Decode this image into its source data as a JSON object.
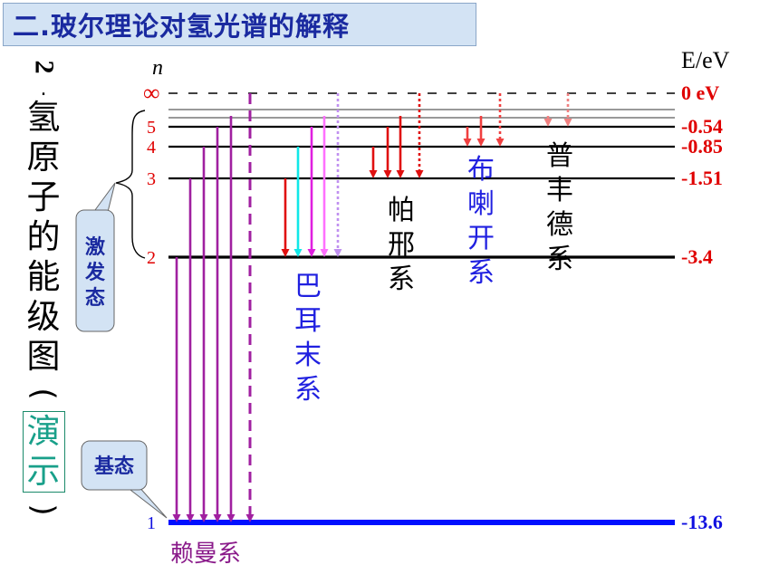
{
  "title": "二.玻尔理论对氢光谱的解释",
  "caption": {
    "number": "2",
    "dot": ".",
    "chars": [
      "氢",
      "原",
      "子",
      "的",
      "能",
      "级",
      "图"
    ],
    "open_paren": "(",
    "demo_chars": [
      "演",
      "示"
    ],
    "close_paren": ")"
  },
  "axis": {
    "n_label": "n",
    "energy_label": "E/eV"
  },
  "levels": [
    {
      "n": "∞",
      "energy": "0 eV",
      "ev": 0,
      "style": "dashed"
    },
    {
      "n": "",
      "energy": "",
      "ev": -0.28,
      "style": "thin"
    },
    {
      "n": "",
      "energy": "",
      "ev": -0.38,
      "style": "thin"
    },
    {
      "n": "5",
      "energy": "-0.54",
      "ev": -0.54,
      "style": "solid"
    },
    {
      "n": "4",
      "energy": "-0.85",
      "ev": -0.85,
      "style": "solid"
    },
    {
      "n": "3",
      "energy": "-1.51",
      "ev": -1.51,
      "style": "solid"
    },
    {
      "n": "2",
      "energy": "-3.4",
      "ev": -3.4,
      "style": "thick"
    },
    {
      "n": "1",
      "energy": "-13.6",
      "ev": -13.6,
      "style": "ground"
    }
  ],
  "callouts": {
    "excited": "激发态",
    "ground": "基态"
  },
  "series": [
    {
      "label": "赖曼系",
      "target_n": "1",
      "color": "#8a1a8a",
      "transitions": [
        {
          "from": "2",
          "style": "solid",
          "color": "#a020a0"
        },
        {
          "from": "3",
          "style": "solid",
          "color": "#a020a0"
        },
        {
          "from": "4",
          "style": "solid",
          "color": "#a020a0"
        },
        {
          "from": "5",
          "style": "solid",
          "color": "#a020a0"
        },
        {
          "from": "6",
          "style": "solid",
          "color": "#a020a0"
        },
        {
          "from": "∞",
          "style": "dashed",
          "color": "#a020a0"
        }
      ]
    },
    {
      "label": "巴耳末系",
      "target_n": "2",
      "color": "#2020e0",
      "transitions": [
        {
          "from": "3",
          "style": "solid",
          "color": "#e01010"
        },
        {
          "from": "4",
          "style": "solid",
          "color": "#10e8e8"
        },
        {
          "from": "5",
          "style": "solid",
          "color": "#e020e0"
        },
        {
          "from": "6",
          "style": "solid",
          "color": "#ff70ff"
        },
        {
          "from": "∞",
          "style": "dotted",
          "color": "#c090f0"
        }
      ]
    },
    {
      "label": "帕邢系",
      "target_n": "3",
      "color": "#000000",
      "transitions": [
        {
          "from": "4",
          "style": "solid",
          "color": "#e01010"
        },
        {
          "from": "5",
          "style": "solid",
          "color": "#e01010"
        },
        {
          "from": "6",
          "style": "solid",
          "color": "#e01010"
        },
        {
          "from": "∞",
          "style": "dotted",
          "color": "#e01010"
        }
      ]
    },
    {
      "label": "布喇开系",
      "target_n": "4",
      "color": "#2020e0",
      "transitions": [
        {
          "from": "5",
          "style": "solid",
          "color": "#f04040"
        },
        {
          "from": "6",
          "style": "solid",
          "color": "#f04040"
        },
        {
          "from": "∞",
          "style": "dotted",
          "color": "#f04040"
        }
      ]
    },
    {
      "label": "普丰德系",
      "target_n": "5",
      "color": "#000000",
      "transitions": [
        {
          "from": "6",
          "style": "solid",
          "color": "#f08080"
        },
        {
          "from": "∞",
          "style": "dotted",
          "color": "#f08080"
        }
      ]
    }
  ],
  "colors": {
    "title_text": "#1a2aa0",
    "title_bg": "#d3e3f4",
    "level_label_red": "#e00000",
    "ground_label_blue": "#1010e0",
    "ground_line": "#0010ff",
    "callout_bg": "#d3e3f4",
    "callout_text": "#1a2aa0"
  }
}
